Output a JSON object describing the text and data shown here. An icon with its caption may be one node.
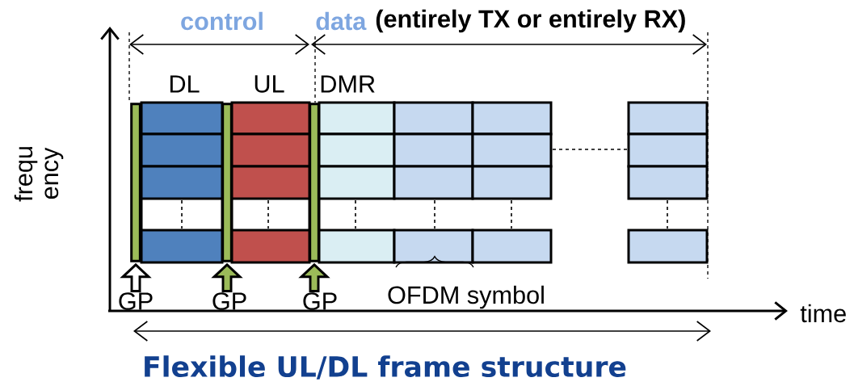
{
  "diagram": {
    "caption": "Flexible UL/DL frame structure",
    "nodes": [
      {
        "text": [],
        "shape": "bar"
      },
      {
        "text": [],
        "shape": "bar"
      },
      {
        "text": [],
        "shape": "bar"
      },
      {
        "text": [
          "GP"
        ]
      },
      {
        "text": [
          "GP"
        ]
      },
      {
        "text": [
          "GP"
        ]
      }
    ],
    "edges": [
      {
        "from": 3,
        "to": 0,
        "arrow": "to",
        "color": "#ffffff"
      },
      {
        "from": 4,
        "to": 1,
        "arrow": "to",
        "color": "#9bbb59"
      },
      {
        "from": 5,
        "to": 2,
        "arrow": "to",
        "color": "#9bbb59"
      }
    ],
    "labels": [
      "control",
      "data",
      "(entirely TX or entirely RX)",
      "DL",
      "UL",
      "DMR",
      "frequ ency",
      "OFDM symbol",
      "time"
    ]
  }
}
